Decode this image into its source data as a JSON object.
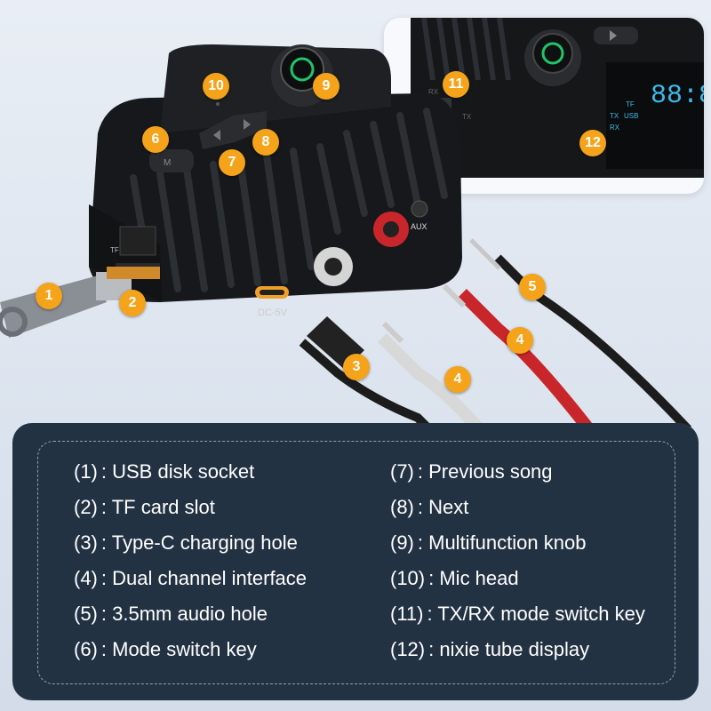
{
  "device_labels": {
    "aux": "AUX",
    "dc": "DC-5V",
    "tf": "TF",
    "tx": "TX",
    "rx": "RX",
    "display_tx": "TX",
    "display_tf": "TF",
    "display_rx": "RX",
    "display_usb": "USB",
    "display_digits": "88:8"
  },
  "badges": [
    "1",
    "2",
    "3",
    "4",
    "4",
    "5",
    "6",
    "7",
    "8",
    "9",
    "10",
    "11",
    "12"
  ],
  "legend": [
    {
      "num": "(1)",
      "text": ": USB disk socket"
    },
    {
      "num": "(7)",
      "text": ": Previous song"
    },
    {
      "num": "(2)",
      "text": ": TF card slot"
    },
    {
      "num": "(8)",
      "text": ": Next"
    },
    {
      "num": "(3)",
      "text": ": Type-C charging hole"
    },
    {
      "num": "(9)",
      "text": ": Multifunction knob"
    },
    {
      "num": "(4)",
      "text": ": Dual channel interface"
    },
    {
      "num": "(10)",
      "text": ": Mic head"
    },
    {
      "num": "(5)",
      "text": ": 3.5mm audio hole"
    },
    {
      "num": "(11)",
      "text": ": TX/RX mode switch key"
    },
    {
      "num": "(6)",
      "text": ": Mode switch key"
    },
    {
      "num": "(12)",
      "text": ": nixie tube display"
    }
  ],
  "colors": {
    "badge": "#f5a31a",
    "panel": "#233243",
    "device": "#151719",
    "display_text": "#3fb8e8",
    "red_plug": "#c8262a",
    "white_plug": "#e4e4e4",
    "knob_green": "#22c46a"
  }
}
